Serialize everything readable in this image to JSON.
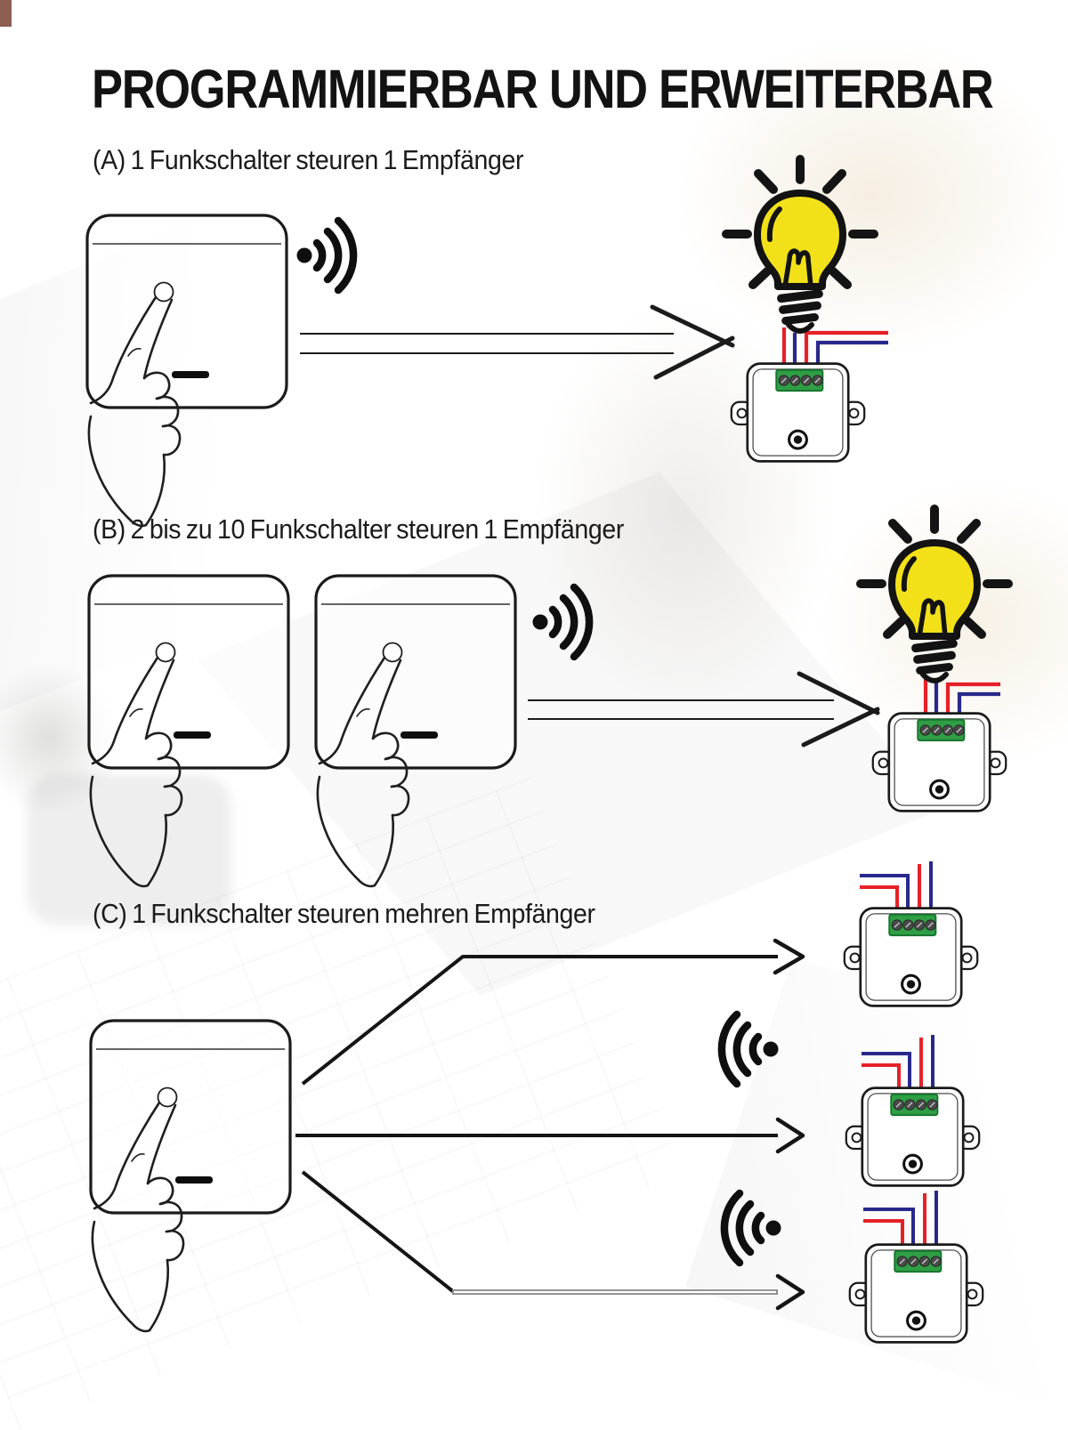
{
  "title": "PROGRAMMIERBAR UND ERWEITERBAR",
  "sections": {
    "a": {
      "id": "A",
      "label": "(A) 1 Funkschalter steuren 1 Empfänger"
    },
    "b": {
      "id": "B",
      "label": "(B) 2 bis zu 10 Funkschalter steuren 1 Empfänger"
    },
    "c": {
      "id": "C",
      "label": "(C) 1 Funkschalter steuren mehren Empfänger"
    }
  },
  "colors": {
    "text": "#141414",
    "line_black": "#1b1b1b",
    "bulb_yellow": "#F2E118",
    "terminal_green": "#2F9E45",
    "terminal_green_dark": "#14732C",
    "wire_red": "#E62128",
    "wire_blue": "#28288C",
    "arrow_gray": "#8E8E8E"
  },
  "icons": {
    "switch": "wall-switch-with-pressing-hand",
    "signal": "radio-waves",
    "bulb": "light-bulb",
    "receiver": "receiver-module",
    "arrow": "arrow-right"
  }
}
